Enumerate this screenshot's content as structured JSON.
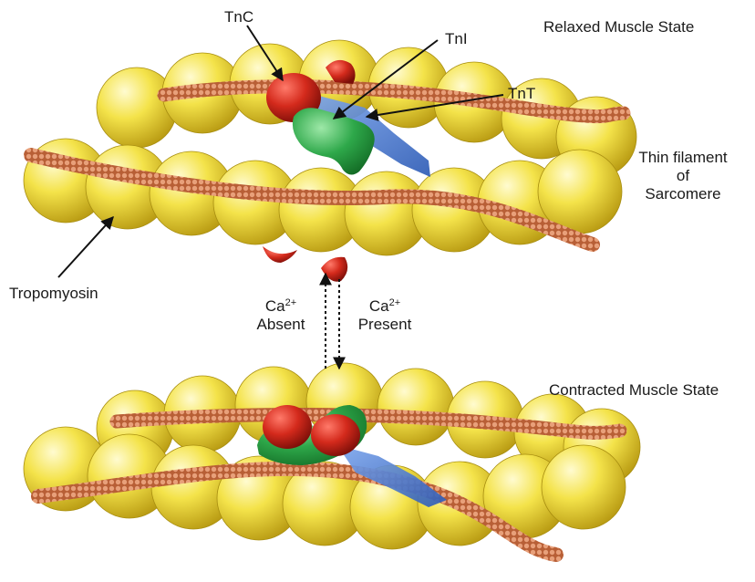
{
  "labels": {
    "relaxed_state": "Relaxed Muscle State",
    "contracted_state": "Contracted Muscle State",
    "tnc": "TnC",
    "tni": "TnI",
    "tnt": "TnT",
    "thin_filament_line1": "Thin filament",
    "thin_filament_line2": "of",
    "thin_filament_line3": "Sarcomere",
    "tropomyosin": "Tropomyosin",
    "ca_base": "Ca",
    "ca_charge": "2+",
    "absent": "Absent",
    "present": "Present"
  },
  "colors": {
    "actin": "#f2df3c",
    "actin_shade": "#c7ad1c",
    "tropomyosin": "#cf7a4f",
    "troponin_c": "#d42a1c",
    "troponin_i": "#2ea84a",
    "troponin_t": "#4f7fd0"
  }
}
